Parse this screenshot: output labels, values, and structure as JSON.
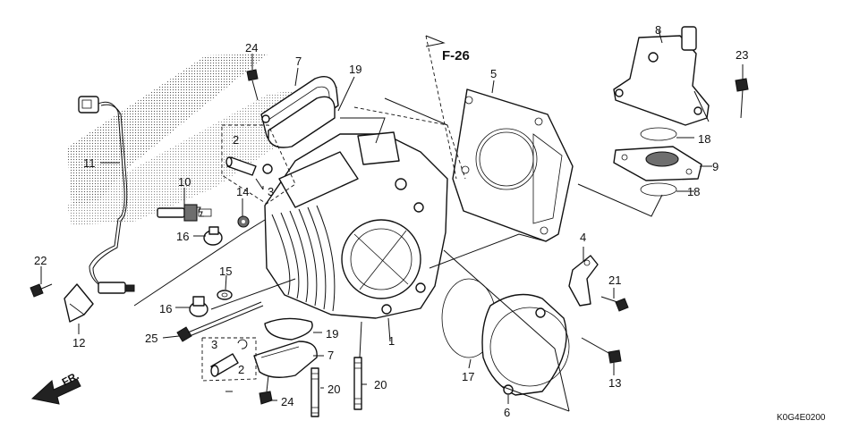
{
  "diagram": {
    "section_ref": "F-26",
    "figure_code": "K0G4E0200",
    "front_marker": "FR.",
    "callouts": [
      "1",
      "2",
      "2",
      "3",
      "3",
      "4",
      "5",
      "6",
      "7",
      "7",
      "8",
      "9",
      "10",
      "11",
      "12",
      "13",
      "14",
      "15",
      "16",
      "16",
      "17",
      "18",
      "18",
      "19",
      "19",
      "20",
      "20",
      "21",
      "22",
      "23",
      "24",
      "24",
      "25"
    ]
  }
}
